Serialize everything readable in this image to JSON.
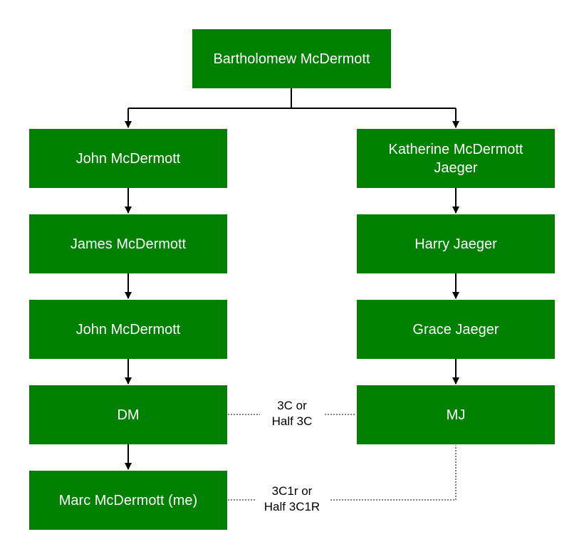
{
  "colors": {
    "node_fill": "#008000",
    "node_text": "#ffffff",
    "connector": "#000000"
  },
  "nodes": {
    "root": "Bartholomew McDermott",
    "left_1": "John McDermott",
    "left_2": "James McDermott",
    "left_3": "John McDermott",
    "left_4": "DM",
    "left_5": "Marc McDermott (me)",
    "right_1_line1": "Katherine McDermott",
    "right_1_line2": "Jaeger",
    "right_2": "Harry Jaeger",
    "right_3": "Grace Jaeger",
    "right_4": "MJ"
  },
  "relationships": {
    "dm_mj_line1": "3C or",
    "dm_mj_line2": "Half 3C",
    "marc_mj_line1": "3C1r or",
    "marc_mj_line2": "Half 3C1R"
  }
}
